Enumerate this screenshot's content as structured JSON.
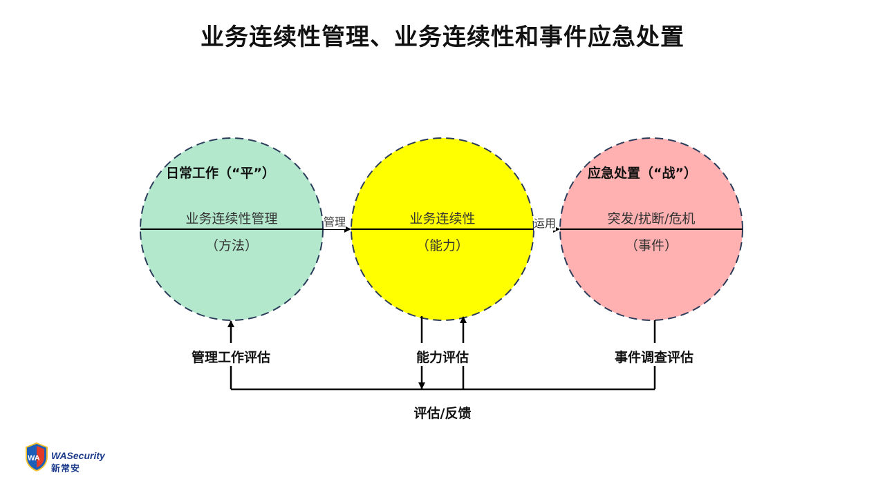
{
  "title": "业务连续性管理、业务连续性和事件应急处置",
  "colors": {
    "left_circle": "#b3e8cd",
    "middle_circle": "#ffff00",
    "right_circle": "#ffb0b0",
    "circle_border": "#2b3b5a",
    "line": "#000000"
  },
  "circles": {
    "left": {
      "heading": "日常工作（“平”）",
      "line1": "业务连续性管理",
      "line2": "（方法）"
    },
    "middle": {
      "line1": "业务连续性",
      "line2": "（能力）"
    },
    "right": {
      "heading": "应急处置（“战”）",
      "line1": "突发/扰断/危机",
      "line2": "（事件）"
    }
  },
  "arrows": {
    "left_to_middle": "管理",
    "middle_to_right": "运用"
  },
  "evaluations": {
    "left": "管理工作评估",
    "middle": "能力评估",
    "right": "事件调查评估",
    "bottom": "评估/反馈"
  },
  "logo": {
    "brand": "WASecurity",
    "sub": "新常安",
    "icon": "shield-icon"
  }
}
